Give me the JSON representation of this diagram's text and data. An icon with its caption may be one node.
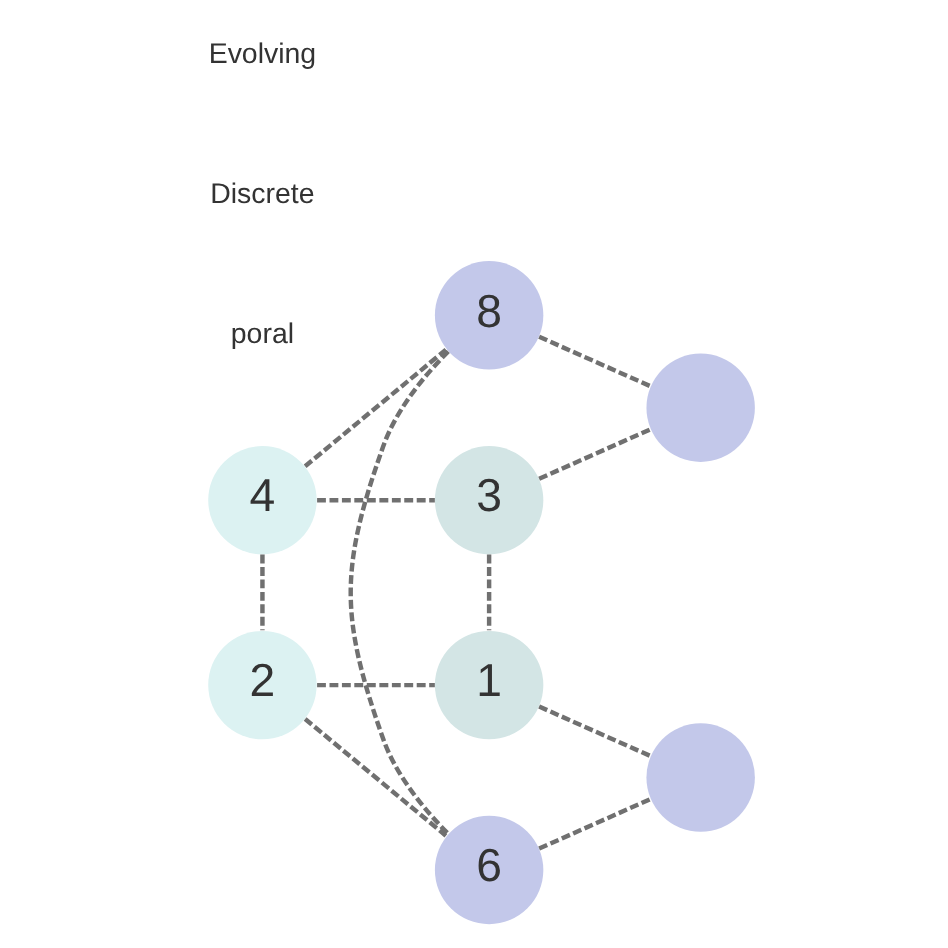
{
  "diagram": {
    "nodes": [
      {
        "text": [
          "8"
        ]
      },
      {
        "text": [],
        "shape": "circle"
      },
      {
        "text": [
          "4"
        ]
      },
      {
        "text": [
          "3"
        ]
      },
      {
        "text": [
          "6"
        ]
      },
      {
        "text": [],
        "shape": "circle"
      },
      {
        "text": [
          "2"
        ]
      },
      {
        "text": [
          "1"
        ]
      }
    ],
    "edges": [
      {
        "from": 0,
        "to": 1,
        "arrow": "none",
        "style": "dashed"
      },
      {
        "from": 2,
        "to": 0,
        "arrow": "none",
        "style": "dashed"
      },
      {
        "from": 0,
        "to": 4,
        "arrow": "none",
        "style": "dashed"
      },
      {
        "from": 2,
        "to": 3,
        "arrow": "none",
        "style": "dashed"
      },
      {
        "from": 2,
        "to": 6,
        "arrow": "none",
        "style": "dashed"
      },
      {
        "from": 3,
        "to": 1,
        "arrow": "none",
        "style": "dashed"
      },
      {
        "from": 3,
        "to": 7,
        "arrow": "none",
        "style": "dashed"
      },
      {
        "from": 6,
        "to": 4,
        "arrow": "none",
        "style": "dashed"
      },
      {
        "from": 4,
        "to": 5,
        "arrow": "none",
        "style": "dashed"
      },
      {
        "from": 6,
        "to": 7,
        "arrow": "none",
        "style": "dashed"
      },
      {
        "from": 7,
        "to": 5,
        "arrow": "none",
        "style": "dashed"
      }
    ],
    "labels": [
      "poral",
      "Discrete",
      "Evolving"
    ]
  }
}
